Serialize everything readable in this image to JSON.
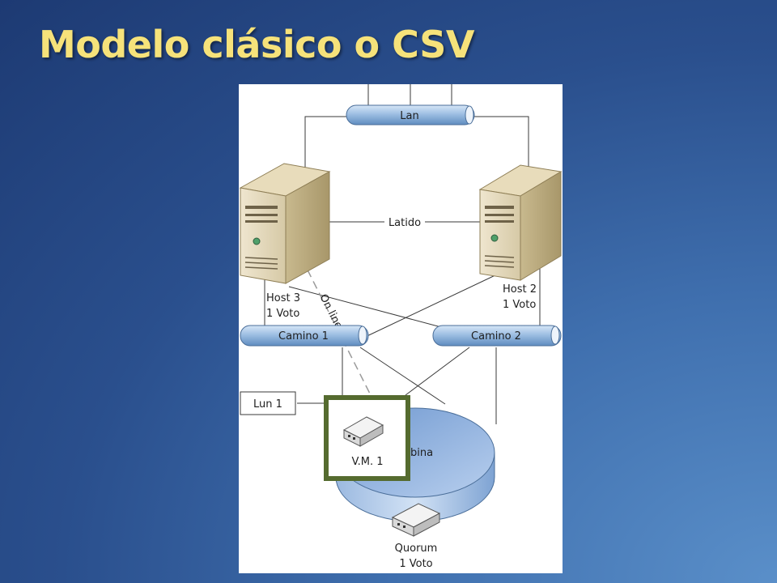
{
  "slide": {
    "title": "Modelo clásico o CSV"
  },
  "diagram": {
    "lan": "Lan",
    "heartbeat": "Latido",
    "host_left": {
      "name": "Host 3",
      "vote": "1 Voto"
    },
    "host_right": {
      "name": "Host 2",
      "vote": "1 Voto"
    },
    "path_1": "Camino 1",
    "path_2": "Camino 2",
    "lun": "Lun 1",
    "cabinet": "bina",
    "vm": "V.M. 1",
    "online": "On line",
    "quorum": {
      "name": "Quorum",
      "vote": "1 Voto"
    },
    "colors": {
      "title": "#f6e27a",
      "vm_highlight": "#556b2f",
      "pipe": "#8fb3dc",
      "disk": "#a9c4ea"
    }
  }
}
